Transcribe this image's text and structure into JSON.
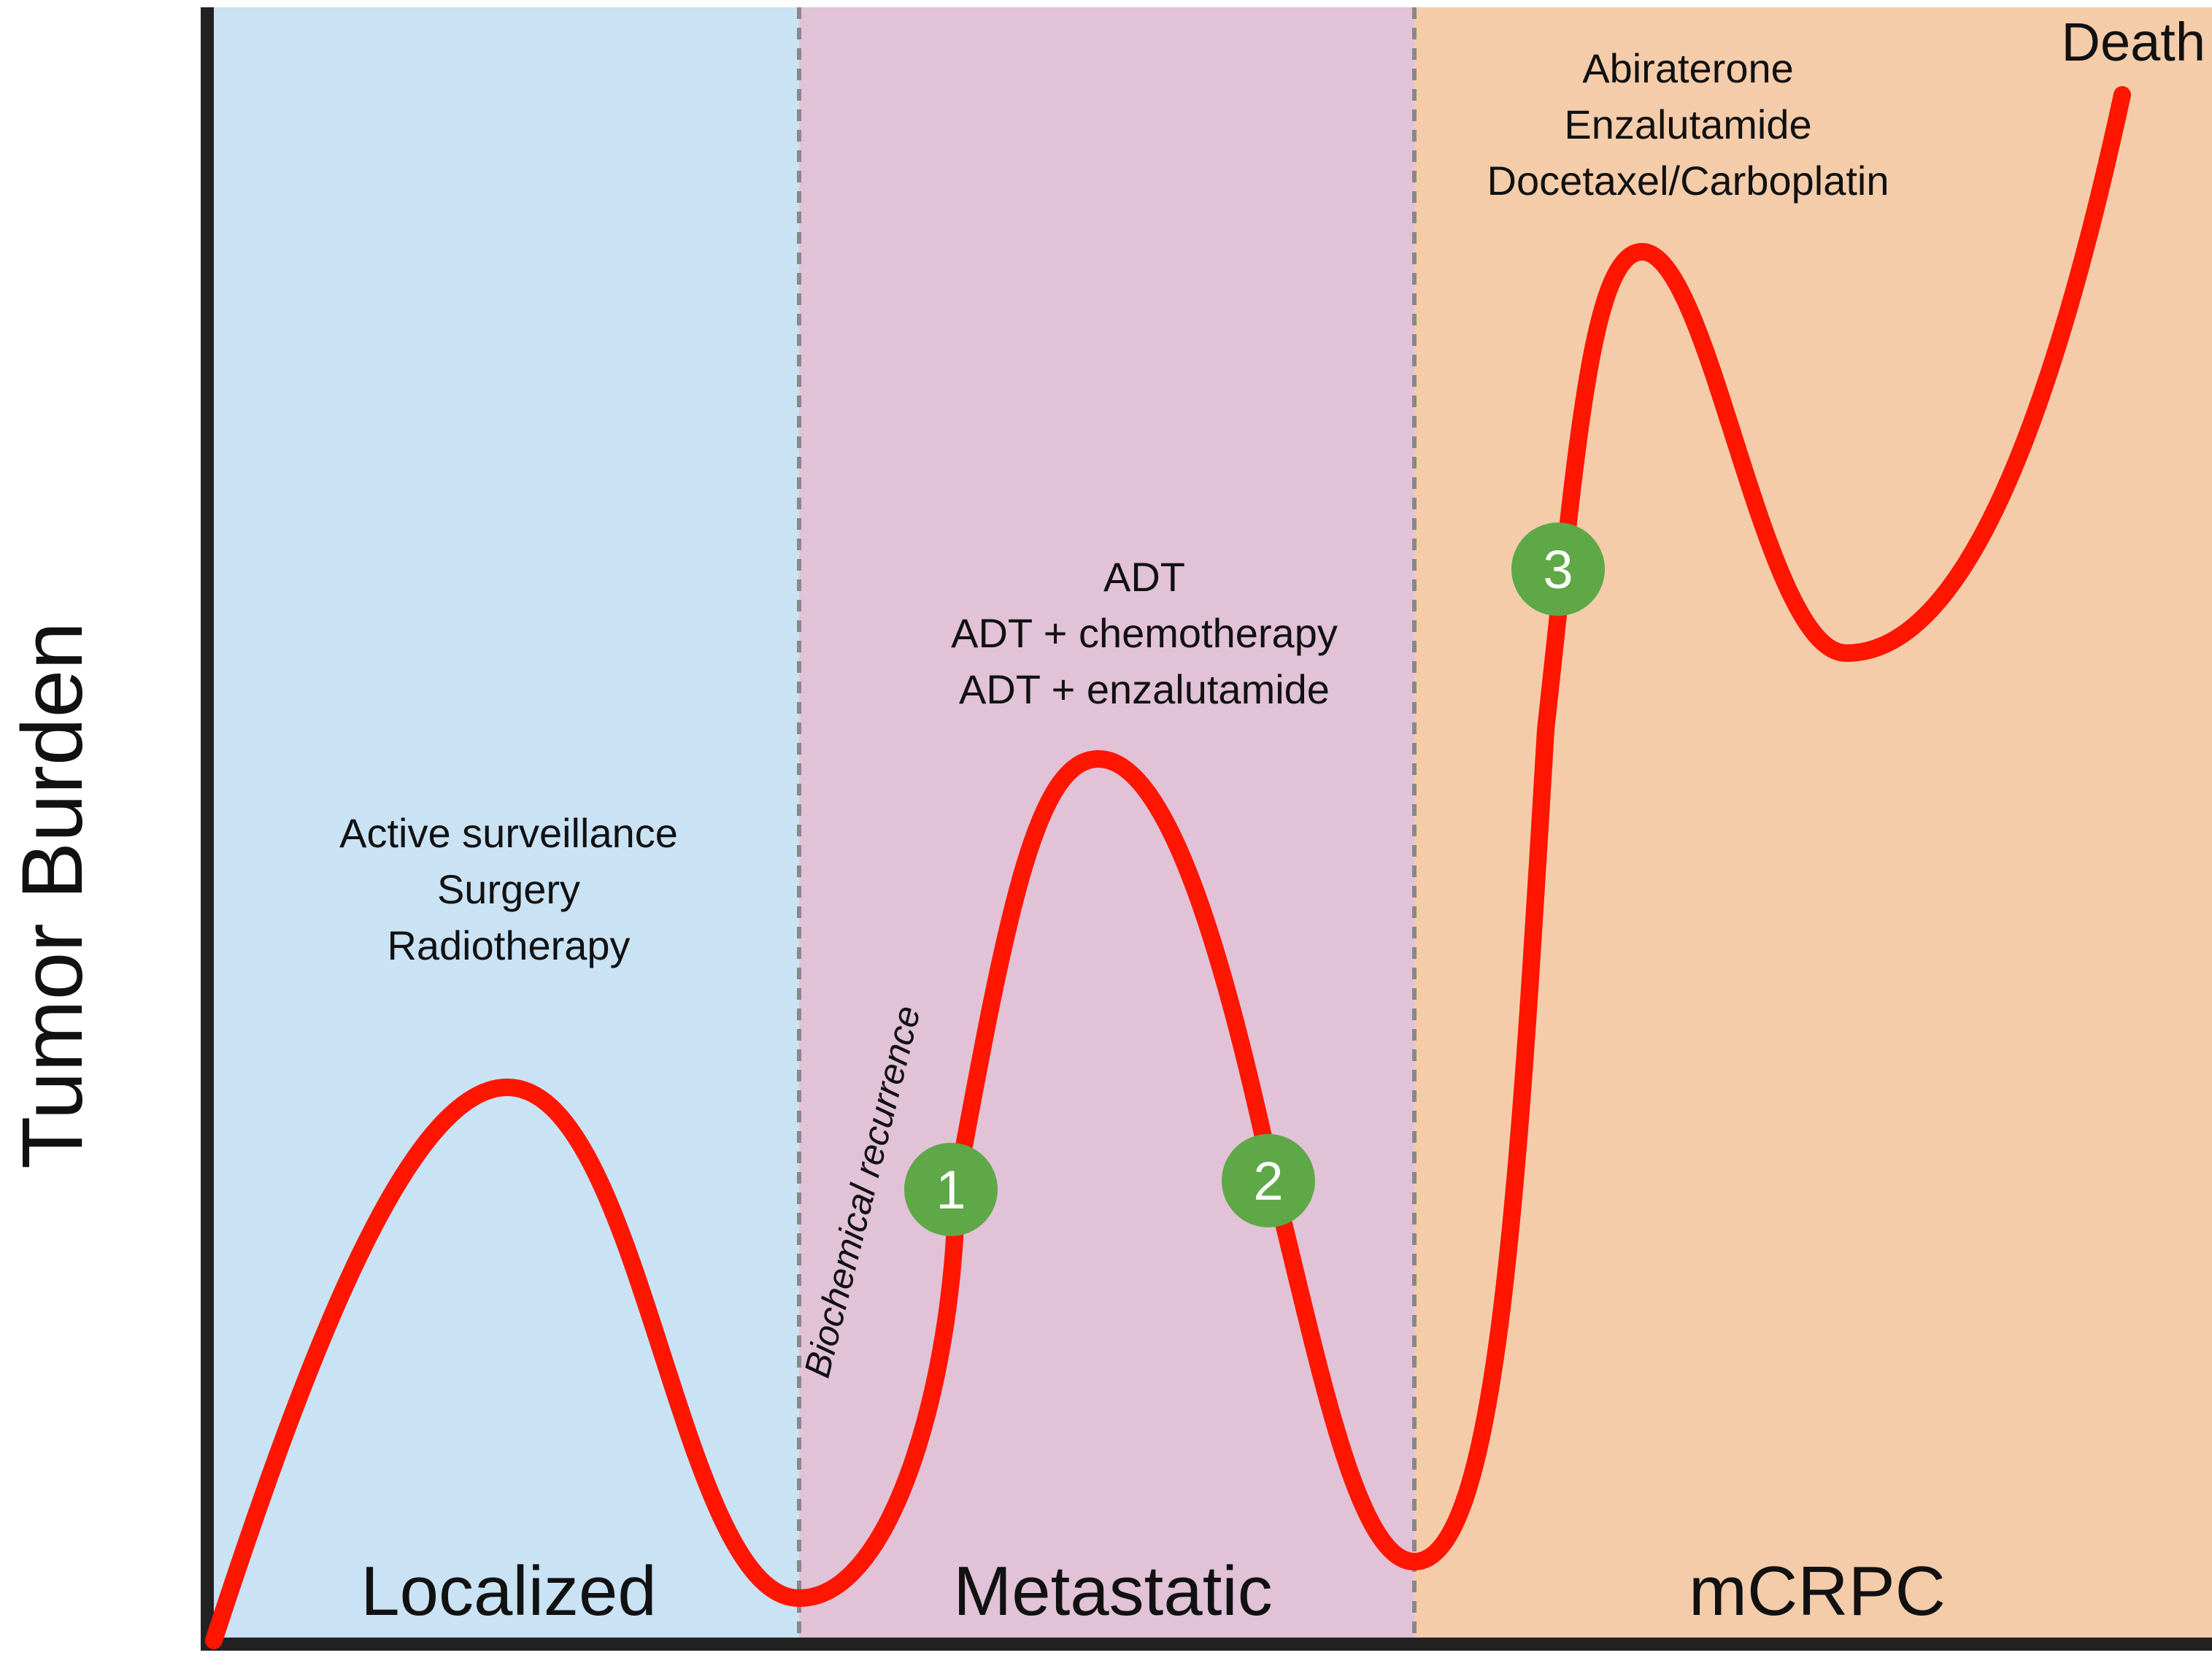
{
  "axis": {
    "y_label": "Tumor Burden"
  },
  "colors": {
    "localized_bg": "#C9E2F4",
    "metastatic_bg": "#E1C2D7",
    "mcrpc_bg": "#F4CCAA",
    "curve": "#FF1500",
    "marker": "#5EA847",
    "marker_text": "#FFFFFF",
    "axis": "#222222",
    "divider": "#888888"
  },
  "stages": [
    {
      "label": "Localized",
      "treatments": [
        "Active surveillance",
        "Surgery",
        "Radiotherapy"
      ]
    },
    {
      "label": "Metastatic",
      "treatments": [
        "ADT",
        "ADT + chemotherapy",
        "ADT + enzalutamide"
      ]
    },
    {
      "label": "mCRPC",
      "treatments": [
        "Abiraterone",
        "Enzalutamide",
        "Docetaxel/Carboplatin"
      ]
    }
  ],
  "annotations": {
    "recurrence": "Biochemical recurrence",
    "endpoint": "Death"
  },
  "markers": [
    {
      "label": "1"
    },
    {
      "label": "2"
    },
    {
      "label": "3"
    }
  ]
}
